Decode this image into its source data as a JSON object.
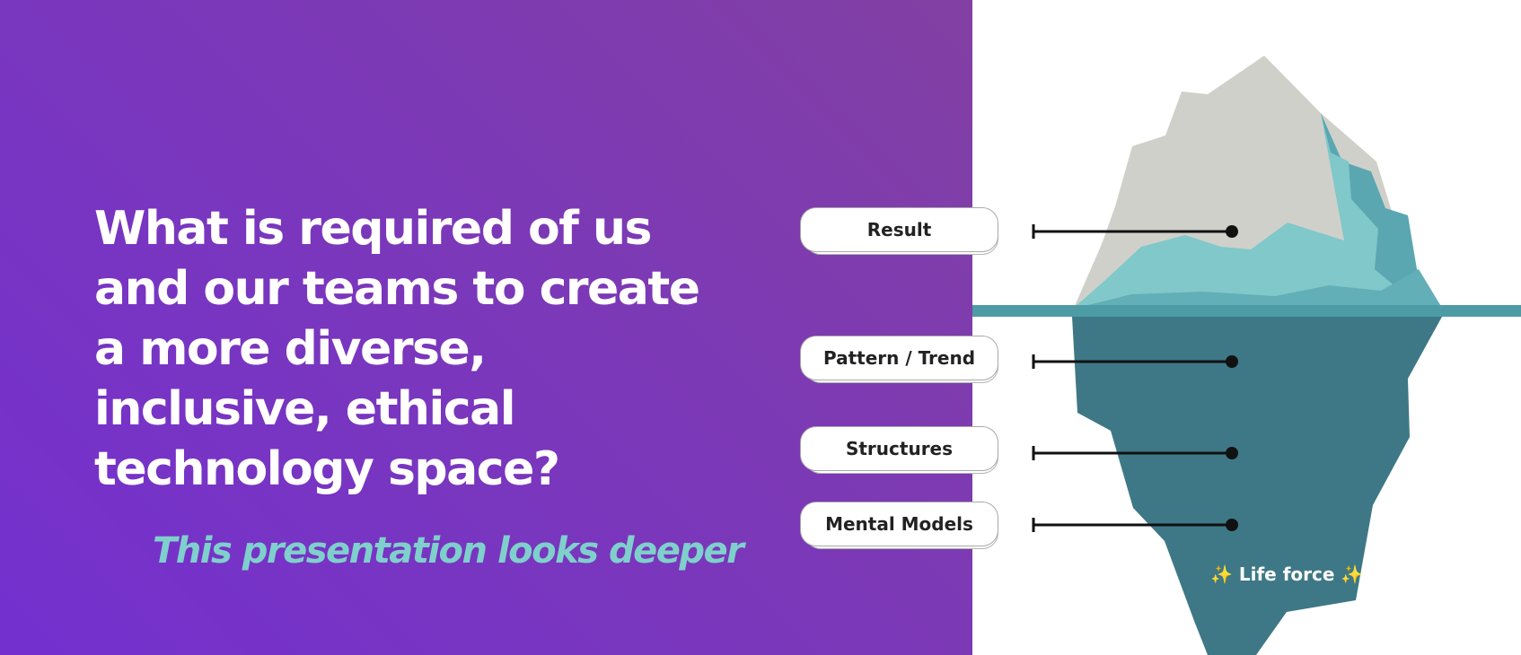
{
  "headline": "What is required of us and our teams to create a more diverse, inclusive, ethical technology space?",
  "subtitle": "This presentation looks deeper",
  "iceberg": {
    "levels": [
      {
        "label": "Result"
      },
      {
        "label": "Pattern / Trend"
      },
      {
        "label": "Structures"
      },
      {
        "label": "Mental Models"
      }
    ],
    "base_label": "Life force",
    "sparkle_glyph": "✨"
  },
  "colors": {
    "gradient_start": "#7430cf",
    "gradient_end": "#8240a3",
    "subtitle": "#7fd0cc",
    "ice_gray": "#d0d0cb",
    "ice_light": "#80c8c9",
    "ice_mid": "#5aa6b1",
    "waterline": "#4d9ca5",
    "ice_deep": "#3e7886"
  }
}
